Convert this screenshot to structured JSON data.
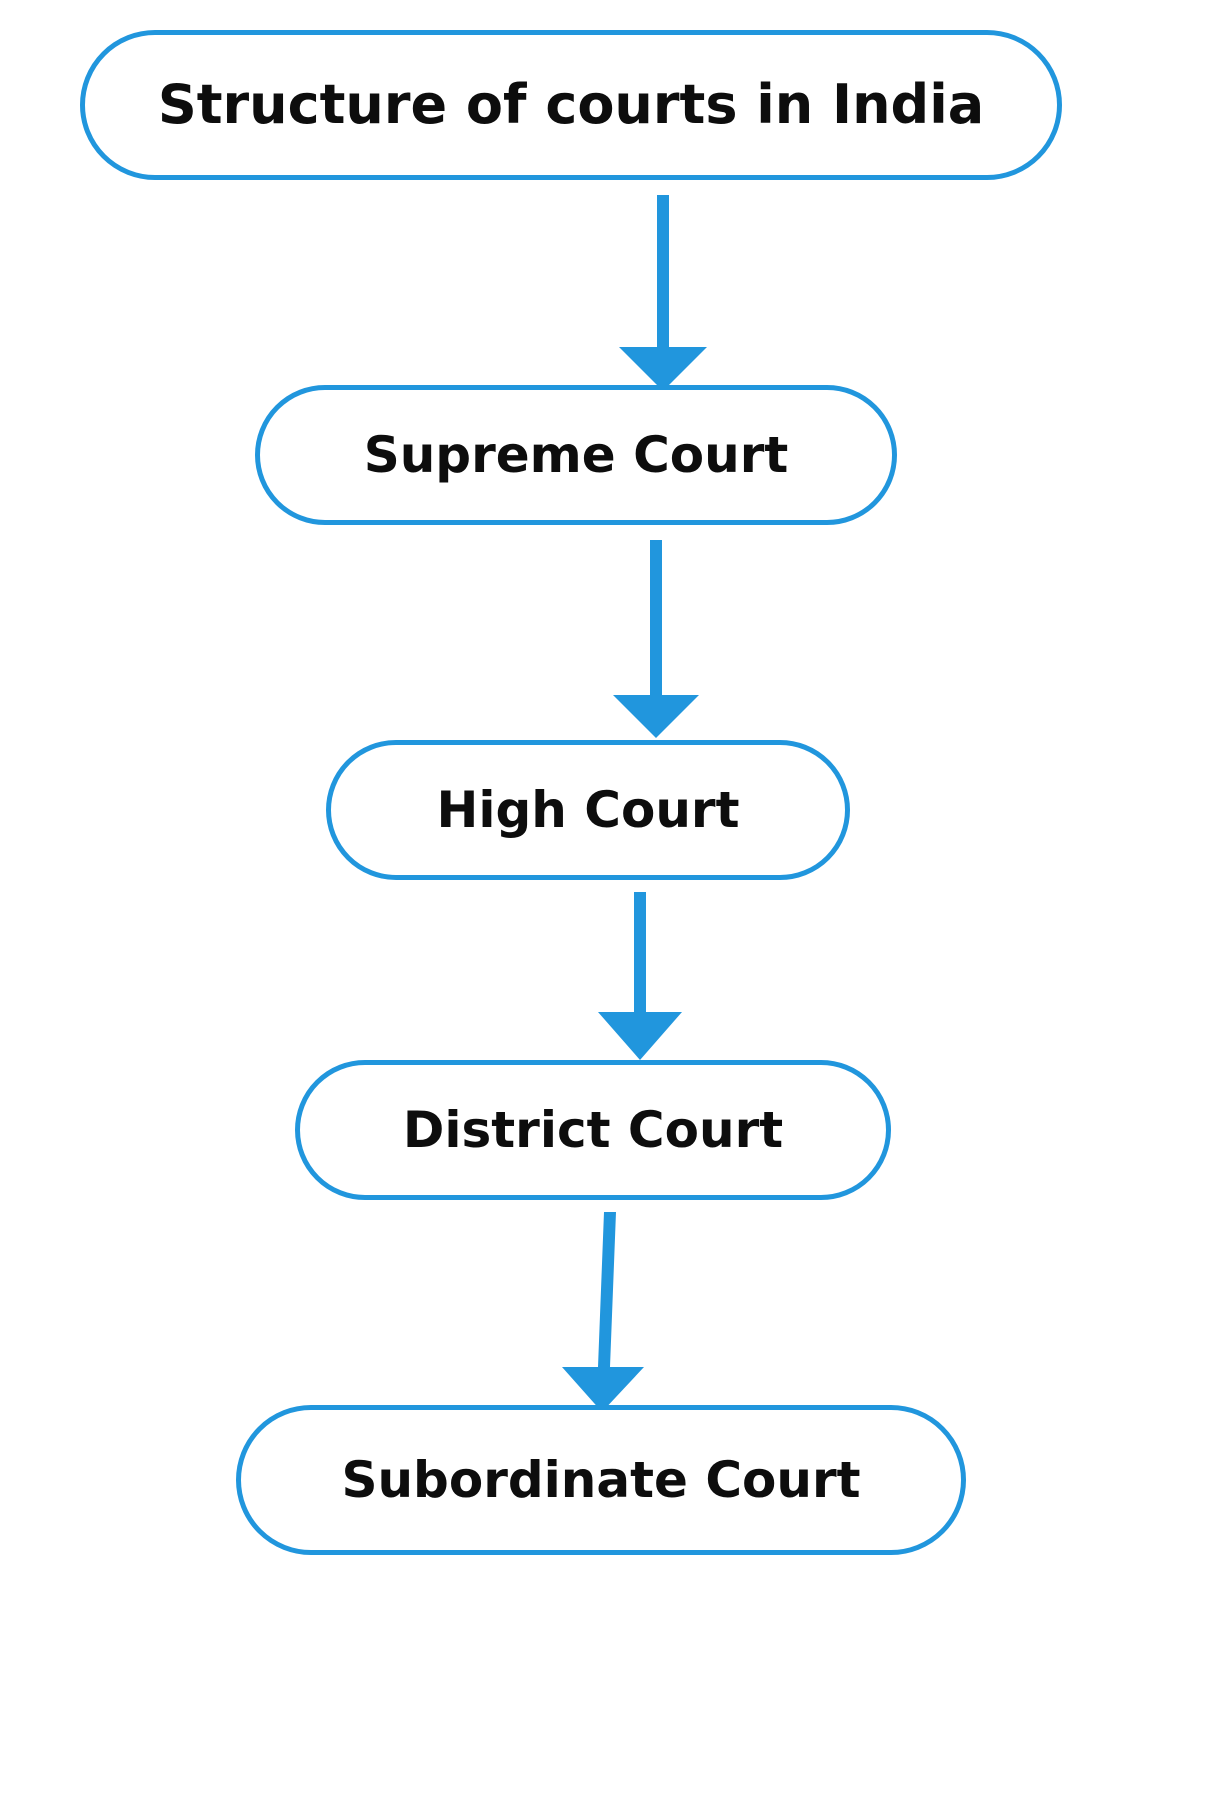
{
  "diagram": {
    "title": "Structure of courts in India",
    "type": "flowchart",
    "orientation": "top-to-bottom",
    "background_color": "#ffffff",
    "node_border_color": "#2196dd",
    "node_fill_color": "#ffffff",
    "node_text_color": "#0d0d0d",
    "arrow_color": "#2196dd",
    "nodes": [
      {
        "id": "structure-of-courts-in-india",
        "label": "Structure of courts in India",
        "level": 0
      },
      {
        "id": "supreme-court",
        "label": "Supreme Court",
        "level": 1
      },
      {
        "id": "high-court",
        "label": "High Court",
        "level": 2
      },
      {
        "id": "district-court",
        "label": "District Court",
        "level": 3
      },
      {
        "id": "subordinate-court",
        "label": "Subordinate Court",
        "level": 4
      }
    ],
    "edges": [
      {
        "from": "structure-of-courts-in-india",
        "to": "supreme-court",
        "arrowhead": "triangle"
      },
      {
        "from": "supreme-court",
        "to": "high-court",
        "arrowhead": "triangle"
      },
      {
        "from": "high-court",
        "to": "district-court",
        "arrowhead": "triangle"
      },
      {
        "from": "district-court",
        "to": "subordinate-court",
        "arrowhead": "triangle"
      }
    ]
  }
}
